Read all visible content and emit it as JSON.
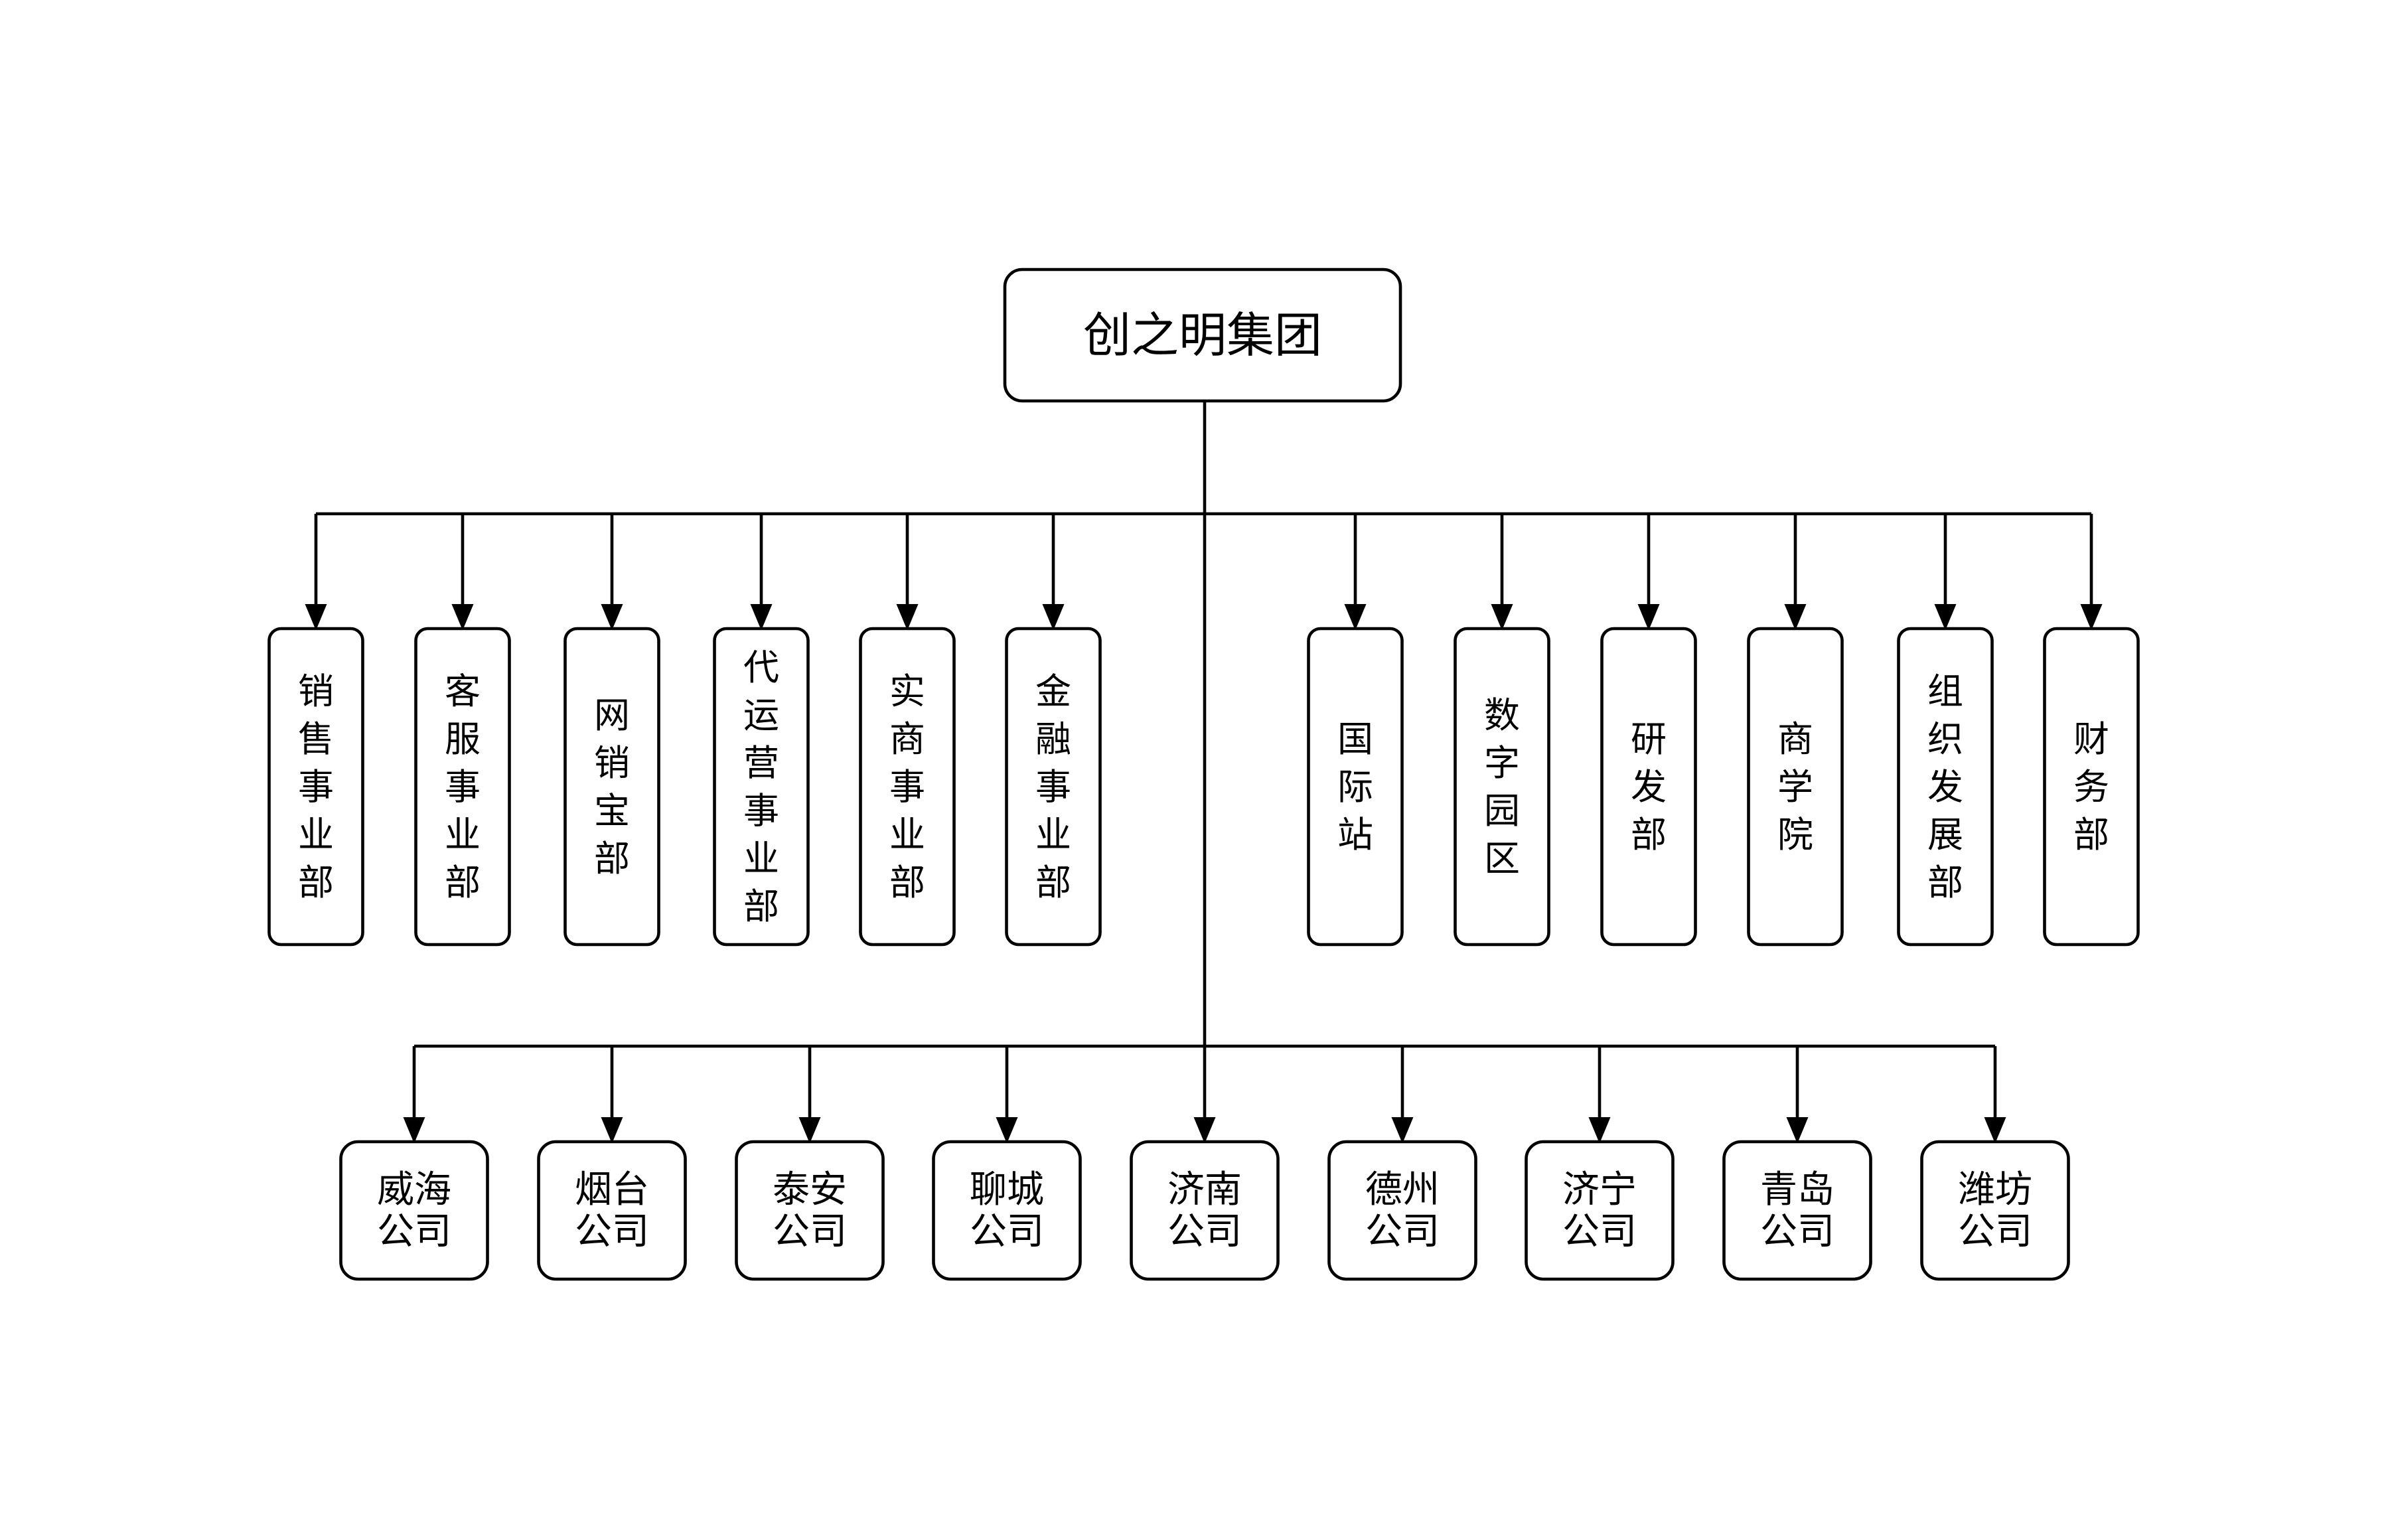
{
  "root": {
    "id": "root",
    "label": "创之明集团"
  },
  "departments": [
    {
      "id": "dept-sales",
      "label": "销售事业部"
    },
    {
      "id": "dept-service",
      "label": "客服事业部"
    },
    {
      "id": "dept-online-store",
      "label": "网销宝部"
    },
    {
      "id": "dept-agency",
      "label": "代运营事业部"
    },
    {
      "id": "dept-physical",
      "label": "实商事业部"
    },
    {
      "id": "dept-finance-biz",
      "label": "金融事业部"
    },
    {
      "id": "dept-international",
      "label": "国际站"
    },
    {
      "id": "dept-digital-park",
      "label": "数字园区"
    },
    {
      "id": "dept-rnd",
      "label": "研发部"
    },
    {
      "id": "dept-academy",
      "label": "商学院"
    },
    {
      "id": "dept-org-dev",
      "label": "组织发展部"
    },
    {
      "id": "dept-finance",
      "label": "财务部"
    }
  ],
  "companies": [
    {
      "id": "co-weihai",
      "label": "威海公司"
    },
    {
      "id": "co-yantai",
      "label": "烟台公司"
    },
    {
      "id": "co-taian",
      "label": "泰安公司"
    },
    {
      "id": "co-liaocheng",
      "label": "聊城公司"
    },
    {
      "id": "co-jinan",
      "label": "济南公司"
    },
    {
      "id": "co-dezhou",
      "label": "德州公司"
    },
    {
      "id": "co-jining",
      "label": "济宁公司"
    },
    {
      "id": "co-qingdao",
      "label": "青岛公司"
    },
    {
      "id": "co-weifang",
      "label": "潍坊公司"
    }
  ],
  "edges": [
    {
      "from": "root",
      "to": "dept-sales"
    },
    {
      "from": "root",
      "to": "dept-service"
    },
    {
      "from": "root",
      "to": "dept-online-store"
    },
    {
      "from": "root",
      "to": "dept-agency"
    },
    {
      "from": "root",
      "to": "dept-physical"
    },
    {
      "from": "root",
      "to": "dept-finance-biz"
    },
    {
      "from": "root",
      "to": "dept-international"
    },
    {
      "from": "root",
      "to": "dept-digital-park"
    },
    {
      "from": "root",
      "to": "dept-rnd"
    },
    {
      "from": "root",
      "to": "dept-academy"
    },
    {
      "from": "root",
      "to": "dept-org-dev"
    },
    {
      "from": "root",
      "to": "dept-finance"
    },
    {
      "from": "root",
      "to": "co-weihai"
    },
    {
      "from": "root",
      "to": "co-yantai"
    },
    {
      "from": "root",
      "to": "co-taian"
    },
    {
      "from": "root",
      "to": "co-liaocheng"
    },
    {
      "from": "root",
      "to": "co-jinan"
    },
    {
      "from": "root",
      "to": "co-dezhou"
    },
    {
      "from": "root",
      "to": "co-jining"
    },
    {
      "from": "root",
      "to": "co-qingdao"
    },
    {
      "from": "root",
      "to": "co-weifang"
    }
  ]
}
